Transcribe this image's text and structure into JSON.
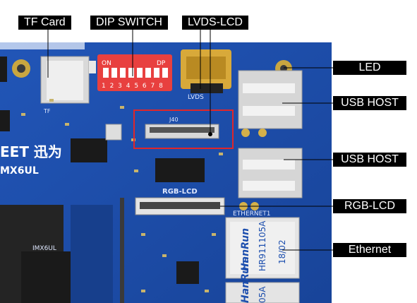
{
  "labels": {
    "tf_card": "TF Card",
    "dip_switch": "DIP SWITCH",
    "lvds_lcd": "LVDS-LCD",
    "led": "LED",
    "usb_host_1": "USB HOST",
    "usb_host_2": "USB HOST",
    "rgb_lcd": "RGB-LCD",
    "ethernet": "Ethernet"
  },
  "board": {
    "brand": "EET 迅为",
    "chip": "MX6UL",
    "lvds_silk": "LVDS",
    "rgb_silk": "RGB-LCD",
    "j40_silk": "J40",
    "imx6ul_silk": "IMX6UL",
    "ethernet_silk": "ETHERNET1",
    "dip_on": "ON",
    "dip_dp": "DP",
    "dip_numbers": "1 2 3 4 5 6 7 8",
    "hanrun_1": "HanRun",
    "hanrun_1_part": "HR911105A",
    "hanrun_1_date": "18/02",
    "hanrun_2": "HanRun",
    "hanrun_2_part": "05A",
    "tf_silk": "TF"
  },
  "colors": {
    "pcb": "#1d4fae",
    "pcb_dark": "#173f8c",
    "label_bg": "#000000",
    "callout_line": "#000000",
    "highlight_box": "#e0262a",
    "dip_red": "#e8403f"
  }
}
